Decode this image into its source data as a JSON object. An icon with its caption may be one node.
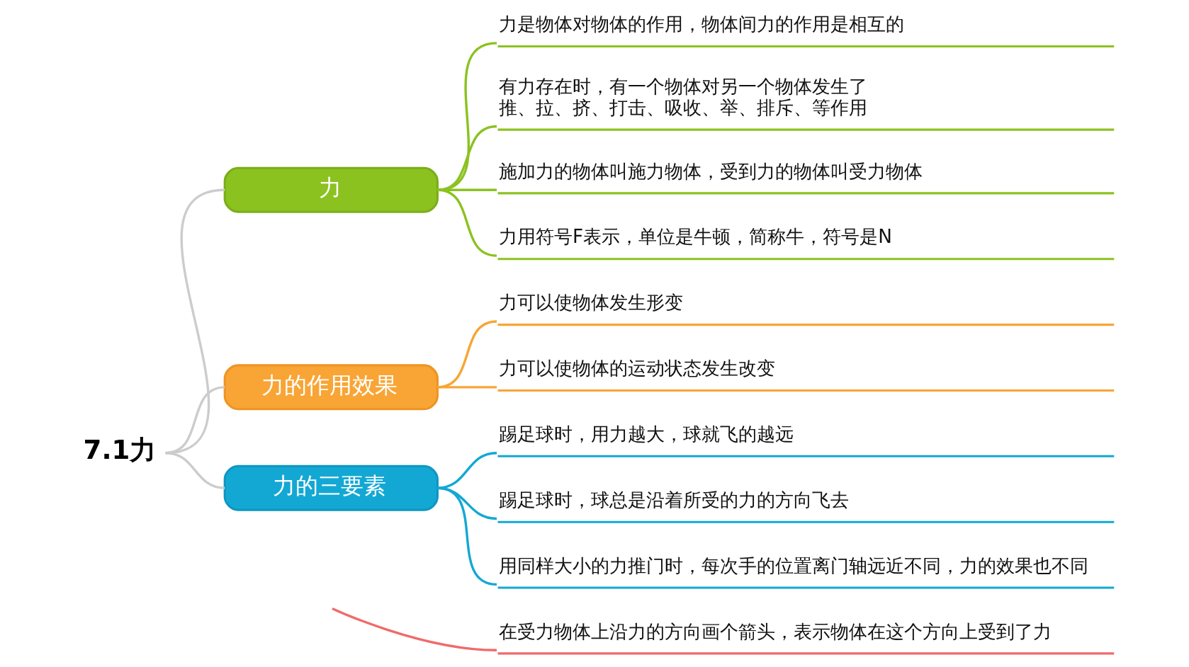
{
  "diagram": {
    "nodes": [
      {
        "text": [
          "7.1力"
        ]
      },
      {
        "text": [
          "力"
        ]
      },
      {
        "text": [
          "力的作用效果"
        ]
      },
      {
        "text": [
          "力的三要素"
        ]
      },
      {
        "text": [
          "力是物体对物体的作用，物体间力的作用是相互的"
        ]
      },
      {
        "text": [
          "有力存在时，有一个物体对另一个物体发生了推、拉、挤、打击、吸收、举、排斥、等作用"
        ]
      },
      {
        "text": [
          "施加力的物体叫施力物体，受到力的物体叫受力物体"
        ]
      },
      {
        "text": [
          "力用符号F表示，单位是牛顿，简称牛，符号是N"
        ]
      },
      {
        "text": [
          "力可以使物体发生形变"
        ]
      },
      {
        "text": [
          "力可以使物体的运动状态发生改变"
        ]
      },
      {
        "text": [
          "踢足球时，用力越大，球就飞的越远"
        ]
      },
      {
        "text": [
          "踢足球时，球总是沿着所受的力的方向飞去"
        ]
      },
      {
        "text": [
          "用同样大小的力推门时，每次手的位置离门轴远近不同，力的效果也不同"
        ]
      },
      {
        "text": [
          "在受力物体上沿力的方向画个箭头，表示物体在这个方向上受到了力"
        ]
      }
    ],
    "edges": [
      {
        "from": 0,
        "to": 1,
        "arrow": "none",
        "color": "#cccccc"
      },
      {
        "from": 0,
        "to": 2,
        "arrow": "none",
        "color": "#cccccc"
      },
      {
        "from": 0,
        "to": 3,
        "arrow": "none",
        "color": "#cccccc"
      },
      {
        "from": 1,
        "to": 4,
        "arrow": "none",
        "color": "#8bc220"
      },
      {
        "from": 1,
        "to": 5,
        "arrow": "none",
        "color": "#8bc220"
      },
      {
        "from": 1,
        "to": 6,
        "arrow": "none",
        "color": "#8bc220"
      },
      {
        "from": 1,
        "to": 7,
        "arrow": "none",
        "color": "#8bc220"
      },
      {
        "from": 2,
        "to": 8,
        "arrow": "none",
        "color": "#f8a535"
      },
      {
        "from": 2,
        "to": 9,
        "arrow": "none",
        "color": "#f8a535"
      },
      {
        "from": 3,
        "to": 10,
        "arrow": "none",
        "color": "#13a8d4"
      },
      {
        "from": 3,
        "to": 11,
        "arrow": "none",
        "color": "#13a8d4"
      },
      {
        "from": 3,
        "to": 12,
        "arrow": "none",
        "color": "#13a8d4"
      },
      {
        "from": null,
        "to": 13,
        "arrow": "none",
        "color": "#f06a6a"
      }
    ]
  }
}
